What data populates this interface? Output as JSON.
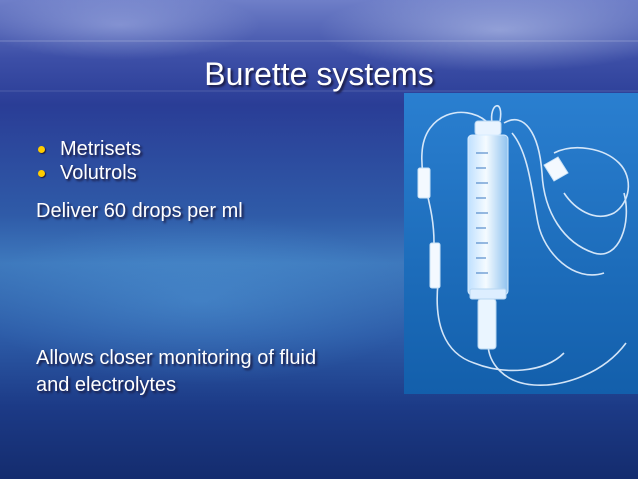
{
  "slide": {
    "title": "Burette systems",
    "bullets": [
      {
        "text": "Metrisets"
      },
      {
        "text": "Volutrols"
      }
    ],
    "line1": "Deliver 60 drops per ml",
    "line2": "Allows closer monitoring of fluid",
    "line3": "and electrolytes",
    "bullet_color": "#ffcc00",
    "text_color": "#ffffff",
    "photo_background": "#1d6fbf"
  },
  "image": {
    "name": "burette-iv-set-photo"
  }
}
